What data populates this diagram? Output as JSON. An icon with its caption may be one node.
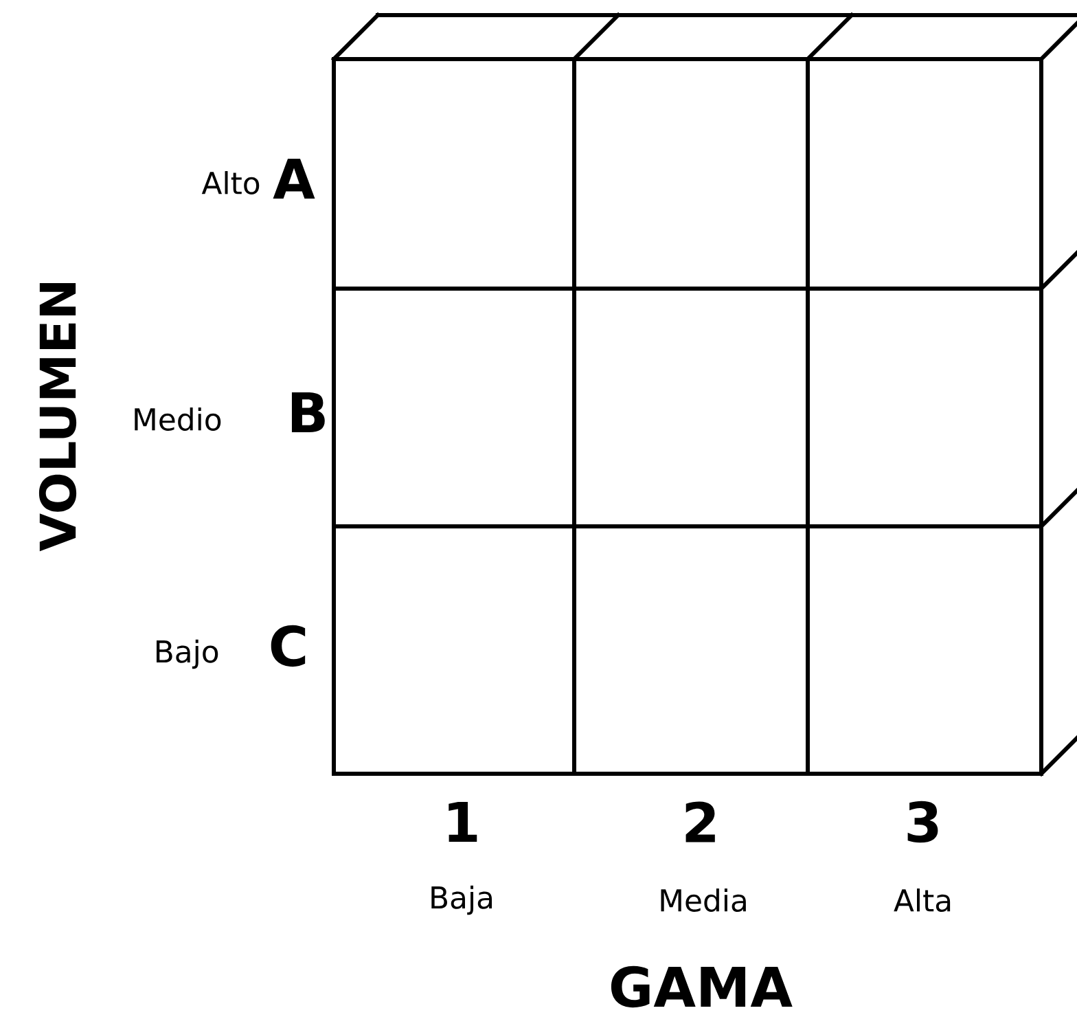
{
  "diagram": {
    "labels": [
      "Alto",
      "A",
      "VOLUMEN",
      "Medio",
      "B",
      "Bajo",
      "C",
      "1",
      "2",
      "3",
      "Baja",
      "Media",
      "Alta",
      "GAMA"
    ]
  }
}
